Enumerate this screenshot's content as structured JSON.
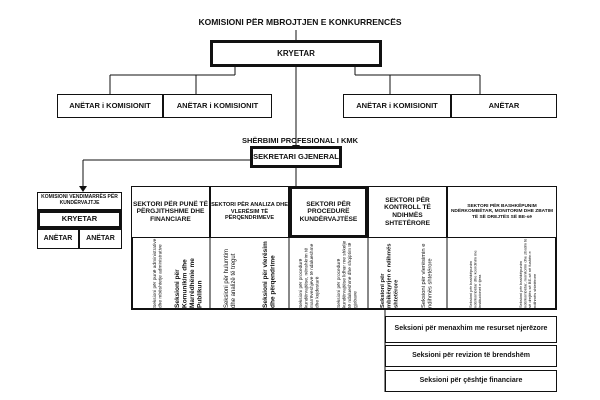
{
  "chart_title": "KOMISIONI PËR MBROJTJEN E KONKURRENCËS",
  "chair": "KRYETAR",
  "members": [
    "ANËTAR i KOMISIONIT",
    "ANËTAR i KOMISIONIT",
    "ANËTAR i KOMISIONIT",
    "ANËTAR"
  ],
  "secretariat_title": "SHËRBIMI PROFESIONAL I KMK",
  "secretary_general": "SEKRETARI GJENERAL",
  "decision_commission": {
    "title": "KOMISIONI VENDIMARRËS PËR KUNDËRVAJTJE",
    "chair": "KRYETAR",
    "members": [
      "ANËTAR",
      "ANËTAR"
    ]
  },
  "sectors": [
    "SEKTORI PËR PUNË TË PËRGJITHSHME DHE FINANCIARE",
    "SEKTORI PËR ANALIZA DHE VLERËSIM TË PËRQENDRIMEVE",
    "SEKTORI PËR PROCEDURË KUNDËRVAJTËSE",
    "SEKTORI PËR KONTROLL TË NDIHMËS SHTETËRORE",
    "SEKTORI PËR BASHKËPUNIM NDËRKOMBËTAR, MONITORIM DHE ZBATIM TË SË DREJTËS SË BE-së"
  ],
  "sections": [
    "Seksioni për punë administrative dhe mbështetje administrative",
    "Seksioni për Komunikim dhe Marrëdhënie me Publikun",
    "Seksioni për hulumtim dhe analizë të tregut",
    "Seksioni për vlerësim dhe përqendrime",
    "Seksioni për procedurë kundërvajtëse, nënshkrim të marrëveshjeve të ndalueshme dhe kujdestarë",
    "Seksioni për procedurë kundërvajtëse lidhur me shkelje të ndalueshme dhe shqiptim të gjobave",
    "Seksioni për mbikëqyrjen e ndihmës shtetërore",
    "Seksioni për vlerësimin e ndihmës shtetërore",
    "Seksioni për bashkëpunim ndërkombëtar dhe koordinim me institucionet e tjera",
    "Seksioni për bashkëpunim ndërkombëtar, monitorim dhe zbatim të së drejtës së BE-së në fushën e ndihmës shtetërore"
  ],
  "support_sections": [
    "Seksioni për menaxhim me resurset njerëzore",
    "Seksioni për revizion të brendshëm",
    "Seksioni për çështje financiare"
  ]
}
